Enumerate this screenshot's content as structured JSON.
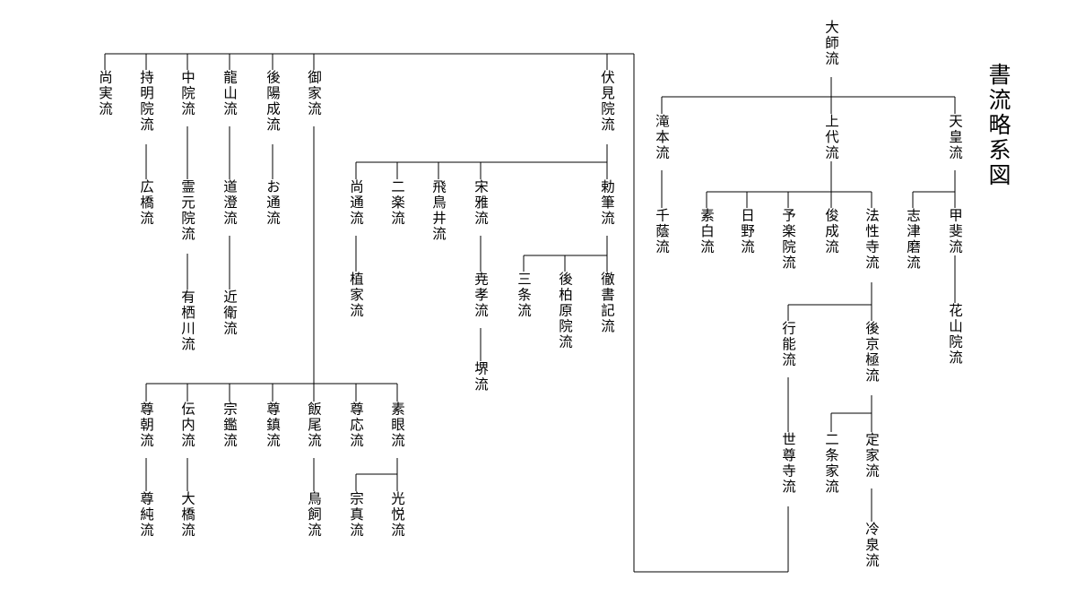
{
  "title": "書流略系図",
  "colors": {
    "line": "#000000",
    "text": "#000000",
    "background": "#ffffff"
  },
  "nodes": {
    "daishi": "大師流",
    "takimoto": "滝本流",
    "jodai": "上代流",
    "tenno": "天皇流",
    "senso": "千蔭流",
    "sohaku": "素白流",
    "hino": "日野流",
    "yoraku": "予楽院流",
    "shunzei": "俊成流",
    "hosshoji": "法性寺流",
    "shitsuma": "志津磨流",
    "kai": "甲斐流",
    "kazanin": "花山院流",
    "gyono": "行能流",
    "gokyogoku": "後京極流",
    "sesonji": "世尊寺流",
    "nijoke": "二条家流",
    "teika": "定家流",
    "reizei": "冷泉流",
    "fushimi": "伏見院流",
    "chokuhitsu": "勅筆流",
    "sanjo": "三条流",
    "gokashiwabara": "後柏原院流",
    "tetsusho": "徹書記流",
    "naomichi": "尚通流",
    "ueie": "植家流",
    "niraku": "二楽流",
    "asukai": "飛鳥井流",
    "sogamasa": "宋雅流",
    "gyoko": "尭孝流",
    "sakai": "堺流",
    "oie": "御家流",
    "goyozei": "後陽成流",
    "otsu": "お通流",
    "ryuzan": "龍山流",
    "michisumi": "道澄流",
    "konoe": "近衛流",
    "chuin": "中院流",
    "reigenin": "霊元院流",
    "arisugawa": "有栖川流",
    "jimyoin": "持明院流",
    "hirohashi": "広橋流",
    "naozane": "尚実流",
    "sogan": "素眼流",
    "koetsu": "光悦流",
    "soshin": "宗真流",
    "sono": "尊応流",
    "iio": "飯尾流",
    "ukai": "鳥飼流",
    "sonchin": "尊鎮流",
    "sokan": "宗鑑流",
    "dennai": "伝内流",
    "ohashi": "大橋流",
    "soncho": "尊朝流",
    "sonjun": "尊純流"
  }
}
